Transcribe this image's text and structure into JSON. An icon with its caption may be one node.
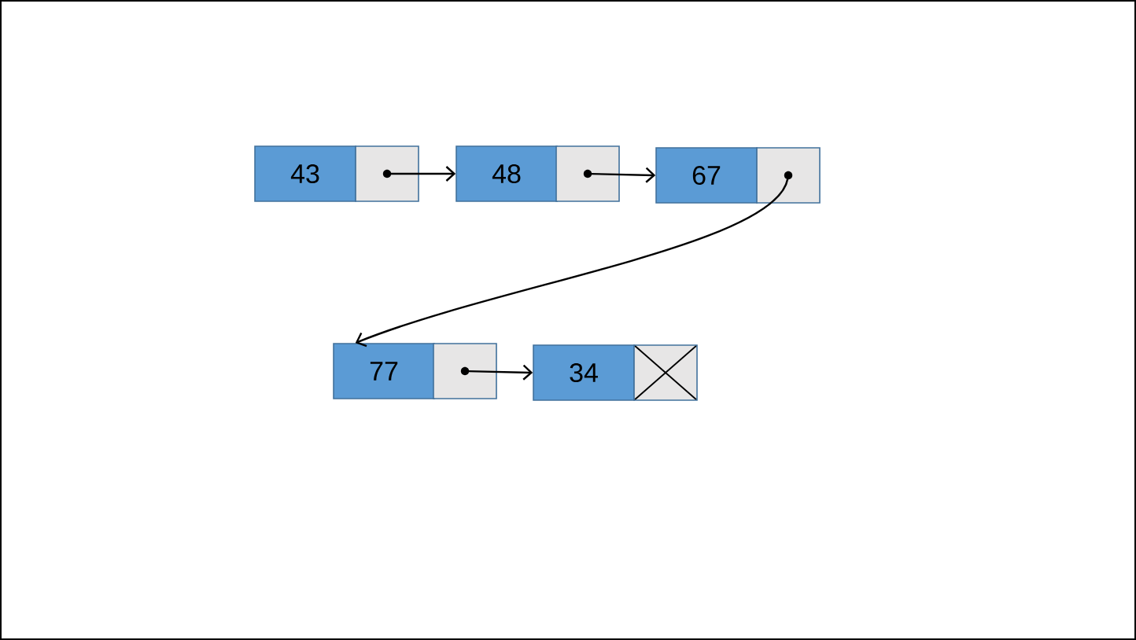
{
  "diagram": {
    "nodes": [
      {
        "text": [
          "43"
        ]
      },
      {
        "text": [],
        "shape": "box"
      },
      {
        "text": [
          "48"
        ]
      },
      {
        "text": [],
        "shape": "box"
      },
      {
        "text": [
          "67"
        ]
      },
      {
        "text": [],
        "shape": "box"
      },
      {
        "text": [
          "77"
        ]
      },
      {
        "text": [],
        "shape": "box"
      },
      {
        "text": [
          "34"
        ]
      },
      {
        "text": [],
        "shape": "cross"
      }
    ],
    "edges": [
      {
        "from": 1,
        "to": 2,
        "arrow": "to"
      },
      {
        "from": 3,
        "to": 4,
        "arrow": "to"
      },
      {
        "from": 5,
        "to": 6,
        "arrow": "to"
      },
      {
        "from": 7,
        "to": 8,
        "arrow": "to"
      }
    ]
  }
}
